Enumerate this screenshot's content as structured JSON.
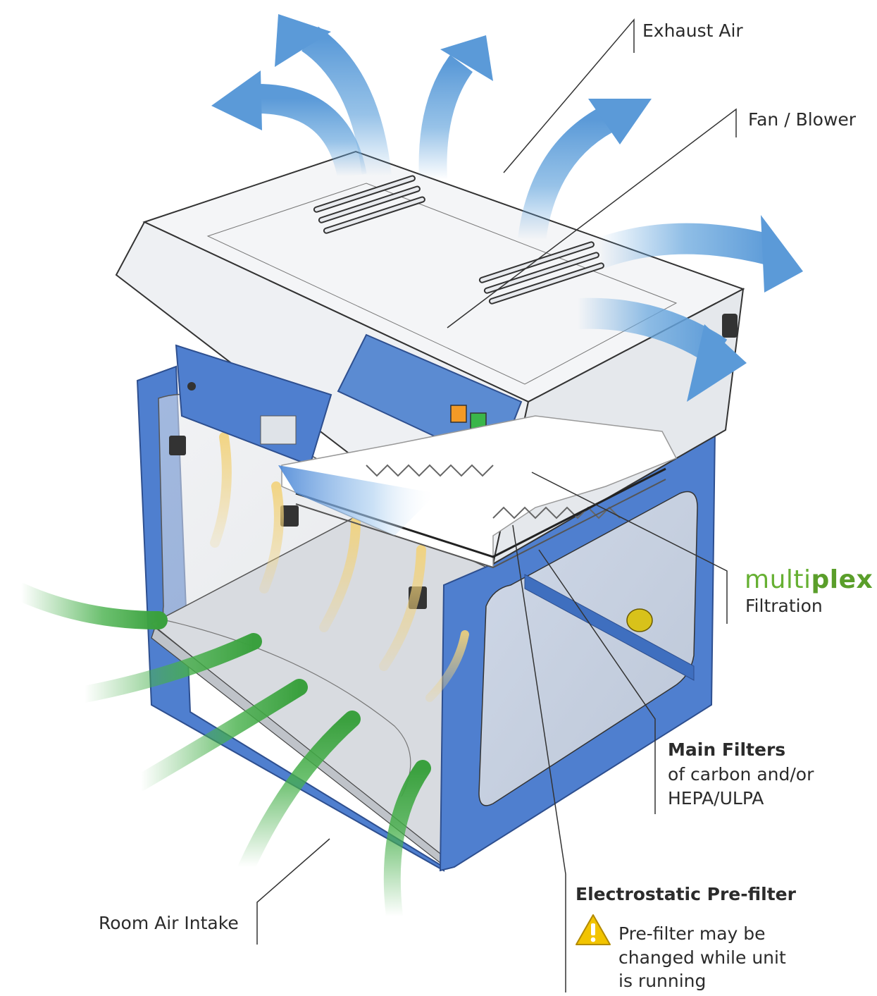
{
  "labels": {
    "exhaust_air": "Exhaust Air",
    "fan_blower": "Fan / Blower",
    "multiplex_light": "multi",
    "multiplex_bold": "plex",
    "filtration": "Filtration",
    "main_filters_title": "Main Filters",
    "main_filters_line1": "of carbon and/or",
    "main_filters_line2": "HEPA/ULPA",
    "electrostatic_title": "Electrostatic Pre-filter",
    "prefilter_note_line1": "Pre-filter may be",
    "prefilter_note_line2": "changed while unit",
    "prefilter_note_line3": "is running",
    "room_air_intake": "Room Air Intake"
  },
  "colors": {
    "exhaust_arrow": "#6aa8de",
    "intake_arrow": "#46b04a",
    "cabinet_blue": "#4f7fcf",
    "hood_white": "#f4f5f7",
    "brand_green": "#66b032",
    "warning_yellow": "#f2c400"
  },
  "icons": {
    "warning": "warning-triangle-icon"
  }
}
